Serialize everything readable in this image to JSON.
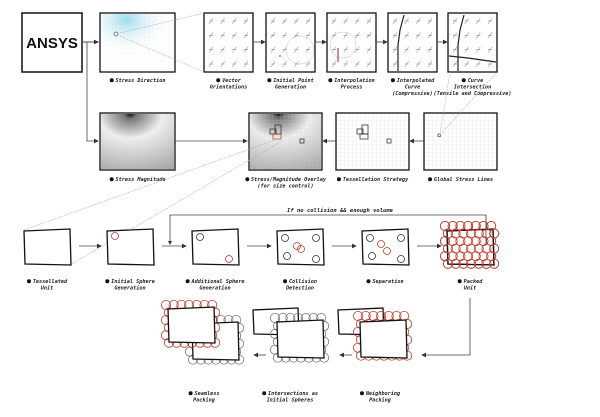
{
  "title": "ANSYS",
  "loop_label": "If no collision && enough volume",
  "colors": {
    "ink": "#111111",
    "red": "#c0392b",
    "grid": "#888888",
    "cyan": "#7fd3e8"
  },
  "row1": [
    {
      "id": "stress-direction",
      "lines": [
        "Stress Direction"
      ]
    },
    {
      "id": "vector-orientations",
      "lines": [
        "Vector",
        "Orientations"
      ]
    },
    {
      "id": "initial-point-generation",
      "lines": [
        "Initial Point",
        "Generation"
      ]
    },
    {
      "id": "interpolation-process",
      "lines": [
        "Interpolation",
        "Process"
      ]
    },
    {
      "id": "interpolated-curve",
      "lines": [
        "Interpolated",
        "Curve",
        "(Compressive)"
      ]
    },
    {
      "id": "curve-intersection",
      "lines": [
        "Curve",
        "Intersection",
        "(Tensile and Compressive)"
      ]
    }
  ],
  "row2": [
    {
      "id": "stress-magnitude",
      "lines": [
        "Stress Magnitude"
      ]
    },
    {
      "id": "overlay",
      "lines": [
        "Stress/Magnitude Overlay",
        "(for size control)"
      ]
    },
    {
      "id": "tessellation-strategy",
      "lines": [
        "Tessellation Strategy"
      ]
    },
    {
      "id": "global-stress-lines",
      "lines": [
        "Global Stress Lines"
      ]
    }
  ],
  "row3": [
    {
      "id": "tessellated-unit",
      "lines": [
        "Tessellated",
        "Unit"
      ]
    },
    {
      "id": "initial-sphere-generation",
      "lines": [
        "Initial Sphere",
        "Generation"
      ]
    },
    {
      "id": "additional-sphere-generation",
      "lines": [
        "Additional Sphere",
        "Generation"
      ]
    },
    {
      "id": "collision-detection",
      "lines": [
        "Collision",
        "Detection"
      ]
    },
    {
      "id": "separation",
      "lines": [
        "Separation"
      ]
    },
    {
      "id": "packed-unit",
      "lines": [
        "Packed",
        "Unit"
      ]
    }
  ],
  "row4": [
    {
      "id": "seamless-packing",
      "lines": [
        "Seamless",
        "Packing"
      ]
    },
    {
      "id": "intersections-as-initial-spheres",
      "lines": [
        "Intersections as",
        "Initial Spheres"
      ]
    },
    {
      "id": "neighboring-packing",
      "lines": [
        "Neighboring",
        "Packing"
      ]
    }
  ]
}
